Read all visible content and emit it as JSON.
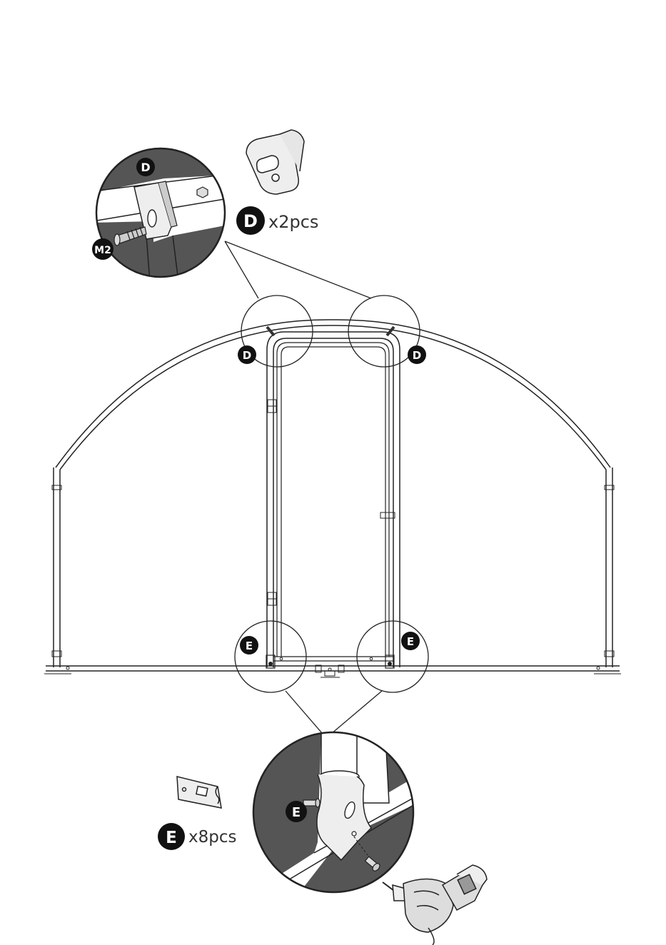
{
  "parts": {
    "D": {
      "badge": "D",
      "qty": "x2pcs"
    },
    "E": {
      "badge": "E",
      "qty": "x8pcs"
    },
    "M2": {
      "badge": "M2"
    }
  },
  "colors": {
    "line": "#222222",
    "badge": "#111111",
    "detail_dark": "#555555",
    "light_part": "#eeeeee"
  }
}
